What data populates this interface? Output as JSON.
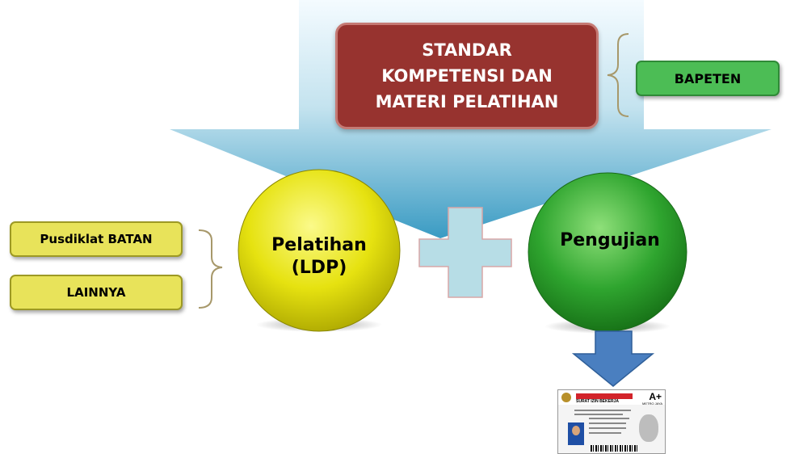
{
  "top_box": {
    "text": "STANDAR KOMPETENSI DAN MATERI PELATIHAN",
    "lines": [
      "STANDAR",
      "KOMPETENSI DAN",
      "MATERI PELATIHAN"
    ]
  },
  "authority_box": {
    "text": "BAPETEN"
  },
  "training_sources": [
    {
      "text": "Pusdiklat BATAN"
    },
    {
      "text": "LAINNYA"
    }
  ],
  "training_circle": {
    "lines": [
      "Pelatihan",
      "(LDP)"
    ]
  },
  "testing_circle": {
    "text": "Pengujian"
  },
  "license_card": {
    "title": "SURAT IZIN BEKERJA",
    "grade": "A+",
    "city": "METRO JAYA"
  },
  "colors": {
    "funnel": "#a7cfe0",
    "top_box": "#97332f",
    "authority_box": "#4cbd55",
    "source_boxes": "#e8e35a",
    "training_circle": "#d9d400",
    "testing_circle": "#2a9a2a",
    "plus": "#b7dde6",
    "arrow": "#4a7fc0"
  }
}
